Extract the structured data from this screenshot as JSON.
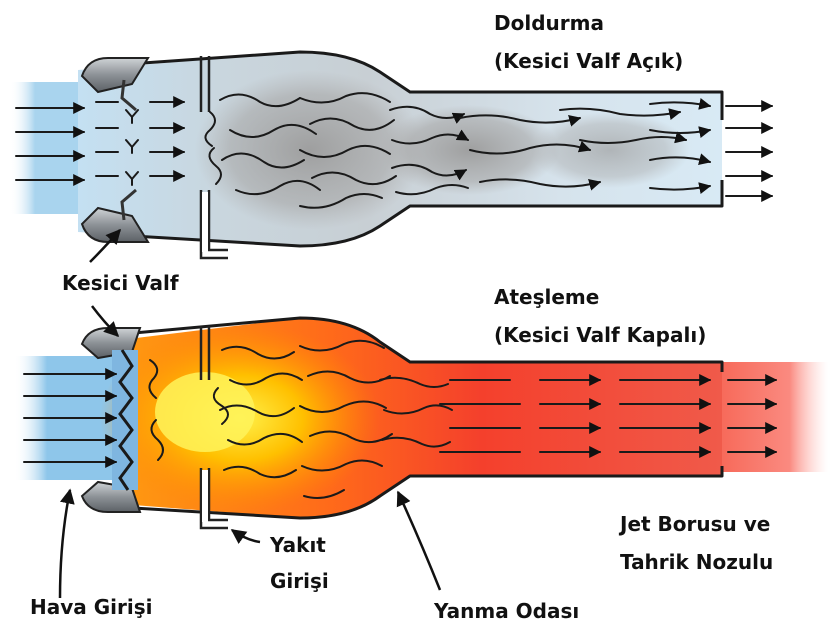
{
  "labels": {
    "intake_title": "Doldurma",
    "intake_subtitle": "(Kesici Valf Açık)",
    "ignition_title": "Ateşleme",
    "ignition_subtitle": "(Kesici Valf Kapalı)",
    "shutter_valve": "Kesici Valf",
    "fuel_inlet_line1": "Yakıt",
    "fuel_inlet_line2": "Girişi",
    "air_inlet": "Hava Girişi",
    "combustion_chamber": "Yanma Odası",
    "tailpipe_line1": "Jet Borusu ve",
    "tailpipe_line2": "Tahrik Nozulu"
  },
  "colors": {
    "air": "#a9d4ee",
    "exhaust_gray": "#a8a8a8",
    "fire_yellow": "#ffe000",
    "fire_orange": "#ff8a00",
    "fire_red": "#f23a2a",
    "plume_red": "#fa7a70"
  }
}
